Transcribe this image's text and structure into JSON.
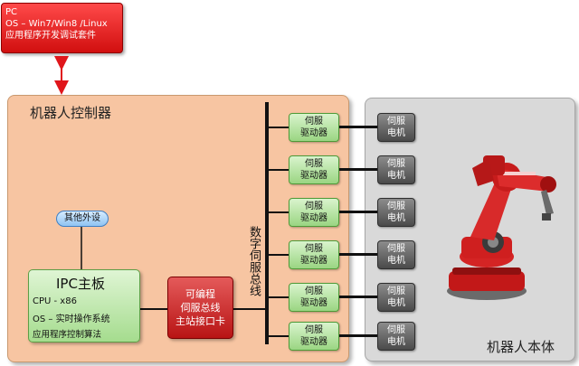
{
  "pc": {
    "line1": "PC",
    "line2": "OS – Win7/Win8 /Linux",
    "line3": "应用程序开发调试套件"
  },
  "controller": {
    "title": "机器人控制器"
  },
  "peripheral": {
    "label": "其他外设"
  },
  "ipc": {
    "title": "IPC主板",
    "cpu": "CPU - x86",
    "os": "OS – 实时操作系统",
    "app": "应用程序控制算法"
  },
  "card": {
    "line1": "可编程",
    "line2": "伺服总线",
    "line3": "主站接口卡"
  },
  "bus": {
    "label": "数字伺服总线"
  },
  "drivers": [
    {
      "line1": "伺服",
      "line2": "驱动器"
    },
    {
      "line1": "伺服",
      "line2": "驱动器"
    },
    {
      "line1": "伺服",
      "line2": "驱动器"
    },
    {
      "line1": "伺服",
      "line2": "驱动器"
    },
    {
      "line1": "伺服",
      "line2": "驱动器"
    },
    {
      "line1": "伺服",
      "line2": "驱动器"
    }
  ],
  "motors": [
    {
      "line1": "伺服",
      "line2": "电机"
    },
    {
      "line1": "伺服",
      "line2": "电机"
    },
    {
      "line1": "伺服",
      "line2": "电机"
    },
    {
      "line1": "伺服",
      "line2": "电机"
    },
    {
      "line1": "伺服",
      "line2": "电机"
    },
    {
      "line1": "伺服",
      "line2": "电机"
    }
  ],
  "robot": {
    "title": "机器人本体"
  },
  "colors": {
    "pc_red": "#e01a1a",
    "controller_bg": "#f7c5a2",
    "robot_bg": "#d9d9d9",
    "green_box": "#a5dc8e",
    "blue_box": "#8fc3f2",
    "motor_gray": "#5a5a5a",
    "arrow_red": "#e0161b",
    "robot_arm_red": "#cf1f1f"
  }
}
